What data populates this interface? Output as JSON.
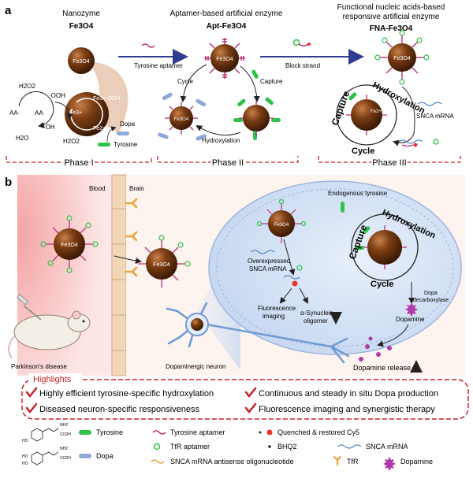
{
  "panel_a": {
    "label": "a",
    "nanozyme_title": "Nanozyme",
    "fe3o4_title": "Fe3O4",
    "apt_title_line1": "Aptamer-based artificial enzyme",
    "apt_title_line2": "Apt-Fe3O4",
    "fna_title_line1": "Functional nucleic acids-based",
    "fna_title_line2": "responsive artificial enzyme",
    "fna_title_line3": "FNA-Fe3O4",
    "arrow1_label": "Tyrosine aptamer",
    "arrow2_label": "Block strand",
    "particle_label": "Fe3O4",
    "h2o2_top": "H2O2",
    "h2o2_bottom": "H2O2",
    "ooh_label": "·OOH",
    "fe_ooh_label": "Fe3+-OOH",
    "oh_label": "·OH",
    "fe3_label": "Fe3+",
    "fe2_label": "Fe2+",
    "aa_left": "AA·",
    "aa_right": "AA",
    "h2o_label": "H2O",
    "dopa_label": "Dopa",
    "tyrosine_label": "Tyrosine",
    "cycle_label": "Cycle",
    "capture_label": "Capture",
    "hydroxylation_label": "Hydroxylation",
    "cycle3_label": "Cycle",
    "capture3_label": "Capture",
    "hydroxylation3_label": "Hydroxylation",
    "snca_label": "SNCA mRNA",
    "phase1": "Phase I",
    "phase2": "Phase II",
    "phase3": "Phase III"
  },
  "panel_b": {
    "label": "b",
    "blood_label": "Blood",
    "brain_label": "Brain",
    "endogenous_label": "Endogenous tyrosine",
    "capture_label": "Capture",
    "hydroxylation_label": "Hydroxylation",
    "cycle_label": "Cycle",
    "overexpressed_line1": "Overexpressed",
    "overexpressed_line2": "SNCA mRNA",
    "dopa_decarboxylase_line1": "Dopa",
    "dopa_decarboxylase_line2": "decarboxylase",
    "dopamine_label": "Dopamine",
    "fluorescence_line1": "Fluorescence",
    "fluorescence_line2": "imaging",
    "synuclein_line1": "α-Synuclein",
    "synuclein_line2": "oligomer",
    "dopamine_release": "Dopamine release",
    "parkinsons_label": "Parkinson's disease",
    "neuron_label": "Dopaminergic neuron",
    "particle_label": "Fe3O4"
  },
  "highlights": {
    "title": "Highlights",
    "items": [
      "Highly efficient tyrosine-specific hydroxylation",
      "Continuous and steady in situ Dopa production",
      "Diseased neuron-specific responsiveness",
      "Fluorescence imaging and synergistic therapy"
    ]
  },
  "legend": {
    "tyrosine": "Tyrosine",
    "dopa": "Dopa",
    "tyrosine_aptamer": "Tyrosine aptamer",
    "quenched_cy5": "Quenched & restored Cy5",
    "tfr_aptamer": "TfR aptamer",
    "bhq2": "BHQ2",
    "snca_mrna": "SNCA mRNA",
    "antisense": "SNCA mRNA antisense oligonucleotide",
    "tfr": "TfR",
    "dopamine": "Dopamine",
    "struct_nh2_1": "NH2",
    "struct_co2h_1": "CO2H",
    "struct_ho_1": "HO",
    "struct_nh2_2": "NH2",
    "struct_co2h_2": "CO2H",
    "struct_ho_2a": "HO",
    "struct_ho_2b": "HO"
  },
  "colors": {
    "particle": "#6b3410",
    "tyrosine_green": "#2fc24a",
    "dopa_blue": "#8fa8d8",
    "aptamer_pink": "#c0317a",
    "highlight_red": "#c8202a",
    "arrow_navy": "#2e3d8c",
    "dopamine_magenta": "#b03aa8"
  }
}
